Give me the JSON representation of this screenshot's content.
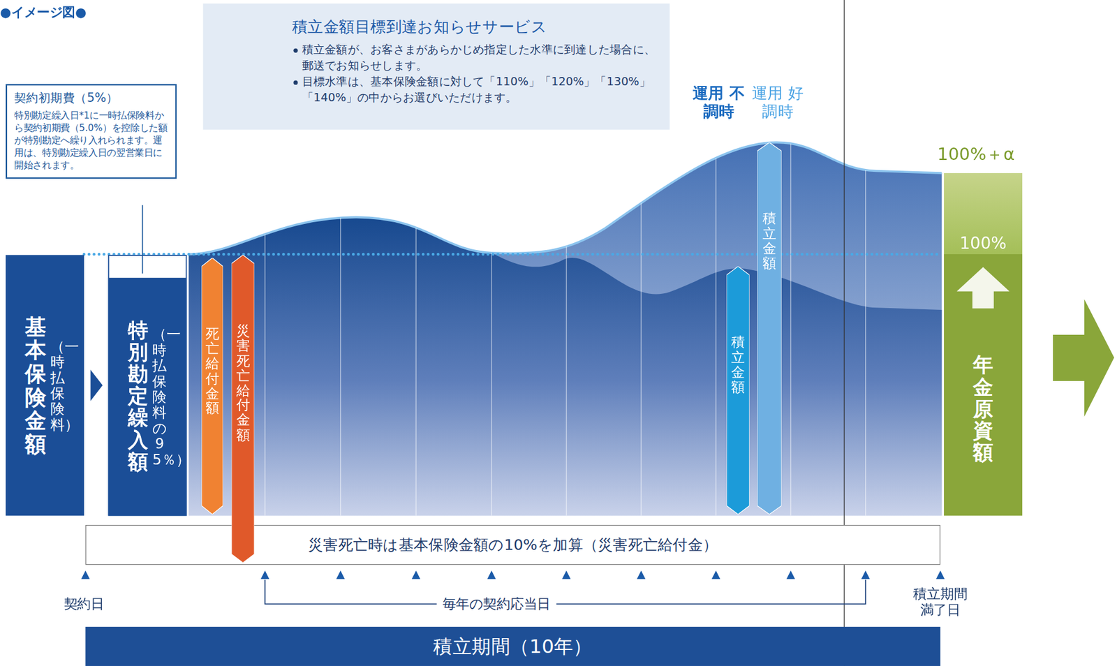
{
  "diagram": {
    "nodes": [
      {
        "text": [
          "基本保険金額",
          "（一時払保険料）"
        ]
      },
      {
        "text": [
          "特別勘定繰入額",
          "（一時払保険料の95％）"
        ]
      },
      {
        "text": [
          "死亡給付金額"
        ]
      },
      {
        "text": [
          "災害死亡給付金額"
        ]
      },
      {
        "text": [
          "積立金額"
        ]
      },
      {
        "text": [
          "積立金額"
        ]
      },
      {
        "text": [
          "年金原資額"
        ]
      },
      {
        "text": [
          "契約初期費（5%）",
          "特別勘定繰入日*1に一時払保険料から契約初期費（5.0%）を控除した額が特別勘定へ繰り入れられます。運用は、特別勘定繰入日の翌営業日に開始されます。"
        ]
      },
      {
        "text": [
          "積立金額目標到達お知らせサービス",
          "積立金額が、お客さまがあらかじめ指定した水準に到達した場合に、郵送でお知らせします。",
          "目標水準は、基本保険金額に対して「110%」「120%」「130%」「140%」の中からお選びいただけます。"
        ]
      },
      {
        "text": [
          "災害死亡時は基本保険金額の10%を加算（災害死亡給付金）"
        ]
      },
      {
        "text": [
          "積立期間（10年）"
        ]
      }
    ],
    "edges": [
      {
        "from": 0,
        "to": 1,
        "arrow": "to"
      }
    ],
    "labels": [
      "●イメージ図●",
      "運用 不調時",
      "運用 好調時",
      "100%＋α",
      "100%",
      "契約日",
      "毎年の契約応当日",
      "積立期間 満了日"
    ]
  }
}
